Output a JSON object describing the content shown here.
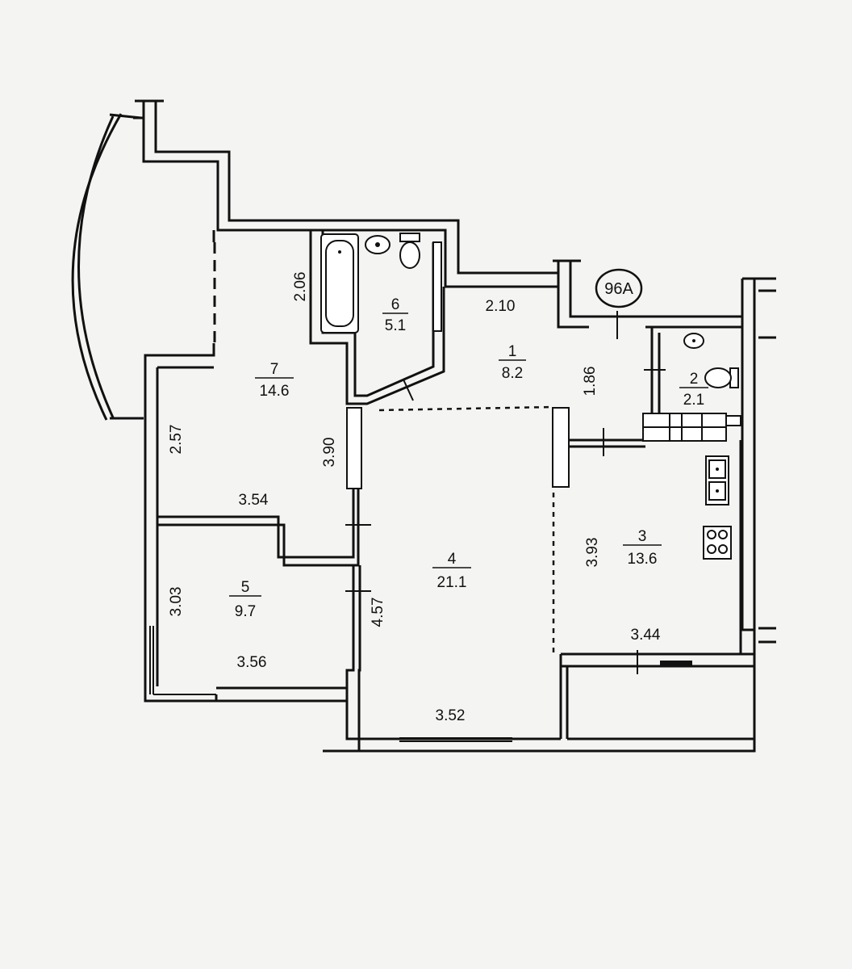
{
  "plan": {
    "apartment_tag": "96A",
    "rooms": [
      {
        "id": "room-1",
        "number": "1",
        "area": "8.2"
      },
      {
        "id": "room-2",
        "number": "2",
        "area": "2.1"
      },
      {
        "id": "room-3",
        "number": "3",
        "area": "13.6"
      },
      {
        "id": "room-4",
        "number": "4",
        "area": "21.1"
      },
      {
        "id": "room-5",
        "number": "5",
        "area": "9.7"
      },
      {
        "id": "room-6",
        "number": "6",
        "area": "5.1"
      },
      {
        "id": "room-7",
        "number": "7",
        "area": "14.6"
      }
    ],
    "dimensions": {
      "d_2_06": "2.06",
      "d_2_10": "2.10",
      "d_1_86": "1.86",
      "d_2_57": "2.57",
      "d_3_90": "3.90",
      "d_3_54": "3.54",
      "d_3_93": "3.93",
      "d_3_03": "3.03",
      "d_4_57": "4.57",
      "d_3_56": "3.56",
      "d_3_44": "3.44",
      "d_3_52": "3.52"
    }
  }
}
